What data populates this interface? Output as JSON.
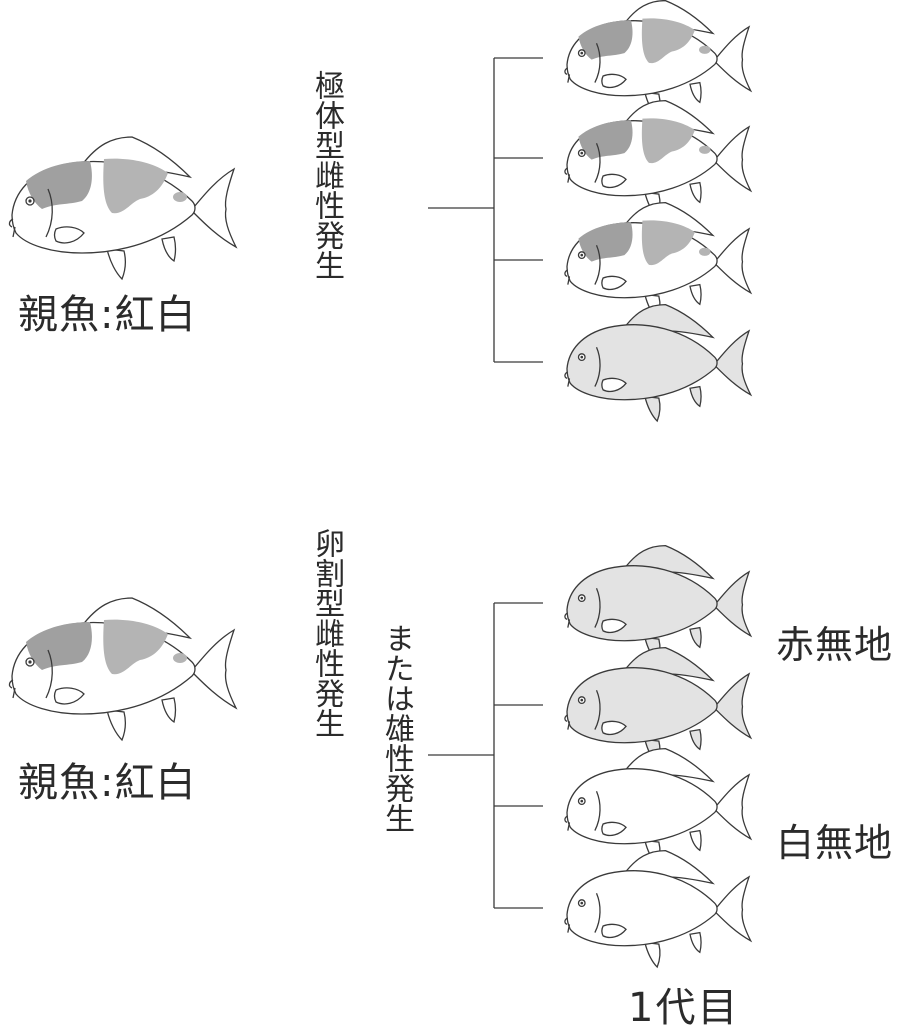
{
  "top_group": {
    "parent_label": "親魚:紅白",
    "method_label": "極体型雌性発生",
    "offspring": [
      "kohaku-pattern",
      "kohaku-pattern",
      "kohaku-pattern",
      "aka-muji-solid"
    ]
  },
  "bottom_group": {
    "parent_label": "親魚:紅白",
    "method_label_1": "卵割型雌性発生",
    "method_label_2": "または雄性発生",
    "offspring": [
      "aka-muji-solid",
      "aka-muji-solid",
      "shiro-muji-plain",
      "shiro-muji-plain"
    ],
    "red_label": "赤無地",
    "white_label": "白無地"
  },
  "generation_label": "1代目",
  "colors": {
    "line": "#3a3a3a",
    "patch": "#a0a0a0",
    "patch_light": "#b4b4b4",
    "solid_body": "#e3e3e3",
    "plain_body": "#ffffff",
    "fin_light": "#f3f3f3"
  }
}
